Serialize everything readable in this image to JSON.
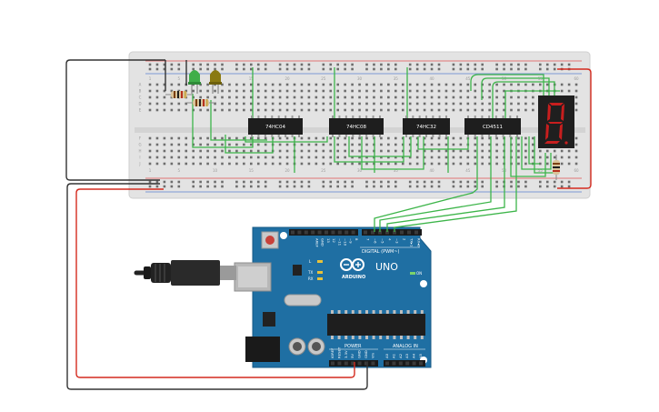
{
  "breadboard": {
    "top_column_numbers": [
      "1",
      "5",
      "10",
      "15",
      "20",
      "25",
      "30",
      "35",
      "40",
      "45",
      "50",
      "55",
      "60"
    ],
    "bottom_column_numbers": [
      "1",
      "5",
      "10",
      "15",
      "20",
      "25",
      "30",
      "35",
      "40",
      "45",
      "50",
      "55",
      "60"
    ],
    "row_letters_top": [
      "A",
      "B",
      "C",
      "D",
      "E"
    ],
    "row_letters_bottom": [
      "F",
      "G",
      "H",
      "I",
      "J"
    ]
  },
  "chips": [
    {
      "label": "74HC04"
    },
    {
      "label": "74HC08"
    },
    {
      "label": "74HC32"
    },
    {
      "label": "CD4511"
    }
  ],
  "leds": [
    {
      "color": "#3fae49"
    },
    {
      "color": "#8a7a12"
    }
  ],
  "seven_segment": {
    "color": "#c81e1e",
    "digit": "8"
  },
  "arduino": {
    "brand": "ARDUINO",
    "model": "UNO",
    "digital_label": "DIGITAL (PWM~)",
    "power_label": "POWER",
    "analog_label": "ANALOG IN",
    "on_label": "ON",
    "tx_label": "TX",
    "rx_label": "RX",
    "l_label": "L",
    "digital_pins": [
      "AREF",
      "GND",
      "13",
      "12",
      "~11",
      "~10",
      "~9",
      "8",
      "7",
      "~6",
      "~5",
      "4",
      "~3",
      "2",
      "TX▸1",
      "RX◂0"
    ],
    "power_pins": [
      "IOREF",
      "RESET",
      "3.3V",
      "5V",
      "GND",
      "GND",
      "Vin"
    ],
    "analog_pins": [
      "A0",
      "A1",
      "A2",
      "A3",
      "A4",
      "A5"
    ]
  },
  "colors": {
    "wire_green": "#3db54a",
    "wire_red": "#d42a1e",
    "wire_black": "#333333",
    "board_blue": "#1f6fa3",
    "chip_black": "#1e1e1e"
  }
}
